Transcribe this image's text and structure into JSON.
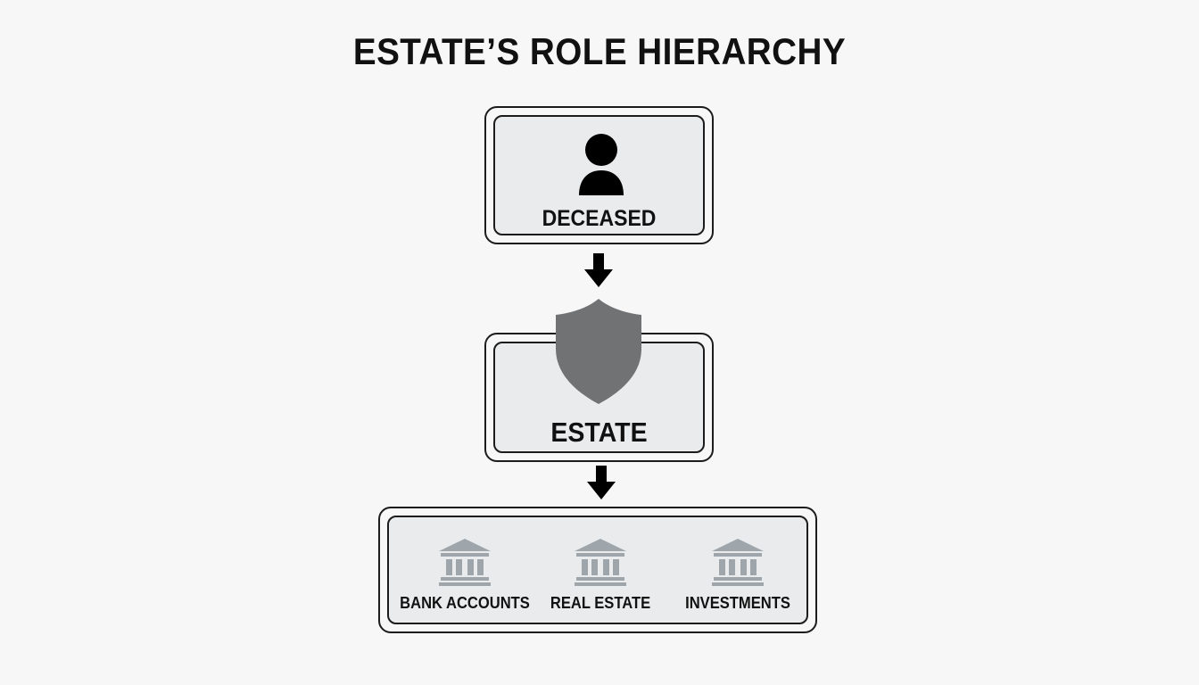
{
  "title": "ESTATE’S ROLE HIERARCHY",
  "nodes": {
    "deceased": {
      "label": "DECEASED",
      "icon": "person-icon"
    },
    "estate": {
      "label": "ESTATE",
      "icon": "shield-icon"
    },
    "assets": [
      {
        "label": "BANK ACCOUNTS",
        "icon": "bank-icon"
      },
      {
        "label": "REAL ESTATE",
        "icon": "bank-icon"
      },
      {
        "label": "INVESTMENTS",
        "icon": "bank-icon"
      }
    ]
  },
  "edges": [
    {
      "from": "deceased",
      "to": "estate"
    },
    {
      "from": "estate",
      "to": "assets"
    }
  ],
  "colors": {
    "box_fill": "#e9ebec",
    "stroke": "#1c1c1c",
    "shield": "#707274",
    "bank_icon": "#9ea5ab",
    "background": "#f7f7f7"
  }
}
